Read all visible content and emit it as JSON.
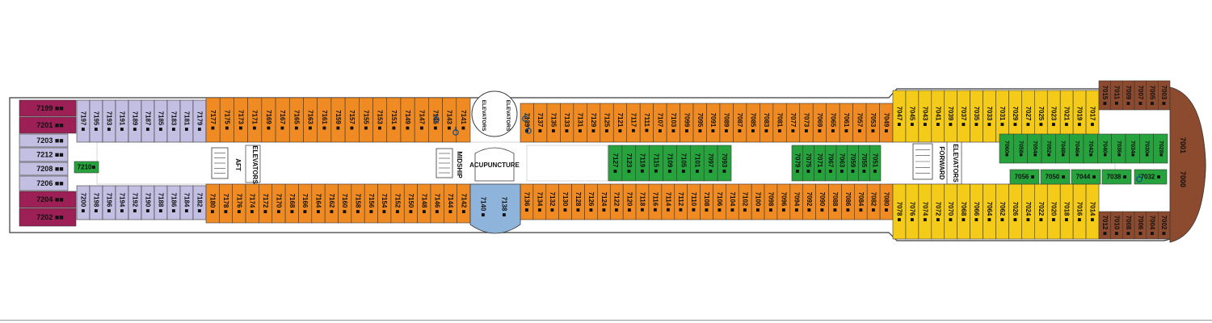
{
  "colors": {
    "outline": "#3a3a3a",
    "hull": "#ffffff",
    "corridor": "#ffffff",
    "suite_magenta": "#9c1f55",
    "suite_lavender": "#c3bfe3",
    "orange": "#f08a22",
    "yellow": "#f5cb1a",
    "green": "#26a33d",
    "brown": "#8c4a2e",
    "blue_pod": "#8fb4dc",
    "accessible": "#0a4a8a"
  },
  "icons": [
    "accessible-icon",
    "stairs-icon",
    "elevator-icon",
    "berth-marker-icon"
  ],
  "labels": {
    "aft": "AFT",
    "aft_elevators": "ELEVATORS",
    "midship": "MIDSHIP",
    "acupuncture": "ACUPUNCTURE",
    "forward": "FORWARD",
    "forward_elevators": "ELEVATORS",
    "elevator_pod_top": "ELEVATORS",
    "elevator_pod_top2": "ELEVATORS"
  },
  "stern_suites": [
    {
      "no": "7199",
      "color": "suite_magenta"
    },
    {
      "no": "7201",
      "color": "suite_magenta"
    },
    {
      "no": "7203",
      "color": "suite_lavender"
    },
    {
      "no": "7212",
      "color": "suite_lavender"
    },
    {
      "no": "7208",
      "color": "suite_lavender"
    },
    {
      "no": "7206",
      "color": "suite_lavender"
    },
    {
      "no": "7204",
      "color": "suite_magenta"
    },
    {
      "no": "7202",
      "color": "suite_magenta"
    }
  ],
  "accessible_center": {
    "no": "7210",
    "color": "green"
  },
  "cabin_groups": [
    {
      "name": "aft-lavender-top",
      "color": "suite_lavender",
      "side": "top",
      "cabins": [
        "7197",
        "7195",
        "7193",
        "7191",
        "7189",
        "7187",
        "7185",
        "7183",
        "7181",
        "7179"
      ]
    },
    {
      "name": "aft-lavender-bottom",
      "color": "suite_lavender",
      "side": "bottom",
      "cabins": [
        "7200",
        "7198",
        "7196",
        "7194",
        "7192",
        "7190",
        "7188",
        "7186",
        "7184",
        "7182"
      ]
    },
    {
      "name": "aft-orange-top",
      "color": "orange",
      "side": "top",
      "cabins": [
        "7177",
        "7175",
        "7173",
        "7171",
        "7169",
        "7167",
        "7165",
        "7163",
        "7161",
        "7159",
        "7157",
        "7155",
        "7153",
        "7151",
        "7149",
        "7147",
        "7145",
        "7143",
        "7141"
      ]
    },
    {
      "name": "aft-orange-bottom",
      "color": "orange",
      "side": "bottom",
      "cabins": [
        "7180",
        "7178",
        "7176",
        "7174",
        "7172",
        "7170",
        "7168",
        "7166",
        "7164",
        "7162",
        "7160",
        "7158",
        "7156",
        "7154",
        "7152",
        "7150",
        "7148",
        "7146",
        "7144",
        "7142"
      ]
    },
    {
      "name": "fwd-orange-top",
      "color": "orange",
      "side": "top",
      "cabins": [
        "7139",
        "7137",
        "7135",
        "7133",
        "7131",
        "7129",
        "7125",
        "7121",
        "7117",
        "7111",
        "7107",
        "7103",
        "7099",
        "7095",
        "7091",
        "7089",
        "7087",
        "7085",
        "7083",
        "7081",
        "7077",
        "7073",
        "7069",
        "7065",
        "7061",
        "7057",
        "7053",
        "7049"
      ]
    },
    {
      "name": "fwd-orange-bottom",
      "color": "orange",
      "side": "bottom",
      "cabins": [
        "7136",
        "7134",
        "7132",
        "7130",
        "7128",
        "7126",
        "7124",
        "7122",
        "7120",
        "7118",
        "7116",
        "7114",
        "7112",
        "7110",
        "7108",
        "7106",
        "7104",
        "7102",
        "7100",
        "7098",
        "7096",
        "7094",
        "7092",
        "7090",
        "7088",
        "7086",
        "7084",
        "7082",
        "7080"
      ]
    },
    {
      "name": "pod-blue",
      "color": "blue_pod",
      "side": "bottom",
      "cabins": [
        "7140",
        "7138"
      ]
    },
    {
      "name": "green-inner-a",
      "color": "green",
      "side": "inner",
      "cabins": [
        "7127",
        "7123",
        "7119",
        "7115",
        "7109",
        "7105",
        "7101",
        "7097",
        "7093"
      ]
    },
    {
      "name": "green-inner-b",
      "color": "green",
      "side": "inner",
      "cabins": [
        "7079",
        "7075",
        "7071",
        "7067",
        "7063",
        "7059",
        "7055",
        "7051"
      ]
    },
    {
      "name": "yellow-top",
      "color": "yellow",
      "side": "top",
      "cabins": [
        "7047",
        "7045",
        "7043",
        "7041",
        "7039",
        "7037",
        "7035",
        "7033",
        "7031",
        "7029",
        "7027",
        "7025",
        "7023",
        "7021",
        "7019",
        "7017"
      ]
    },
    {
      "name": "yellow-bottom",
      "color": "yellow",
      "side": "bottom",
      "cabins": [
        "7078",
        "7076",
        "7074",
        "7072",
        "7070",
        "7068",
        "7066",
        "7064",
        "7062",
        "7026",
        "7024",
        "7022",
        "7020",
        "7018",
        "7016",
        "7014"
      ]
    },
    {
      "name": "green-forward-top",
      "color": "green",
      "side": "inner",
      "cabins": [
        "7060",
        "7058",
        "7054",
        "7052",
        "7048",
        "7046",
        "7042",
        "7040",
        "7036",
        "7034",
        "7030",
        "7028"
      ]
    },
    {
      "name": "green-forward-bottom",
      "color": "green",
      "side": "inner",
      "cabins": [
        "7056",
        "7050",
        "7044",
        "7038",
        "7032"
      ]
    },
    {
      "name": "brown-top",
      "color": "brown",
      "side": "top",
      "cabins": [
        "7015",
        "7011",
        "7009",
        "7007",
        "7005",
        "7003"
      ]
    },
    {
      "name": "brown-bottom",
      "color": "brown",
      "side": "bottom",
      "cabins": [
        "7012",
        "7010",
        "7008",
        "7006",
        "7004",
        "7002"
      ]
    },
    {
      "name": "bow",
      "color": "brown",
      "side": "bow",
      "cabins": [
        "7001",
        "7000"
      ]
    }
  ]
}
